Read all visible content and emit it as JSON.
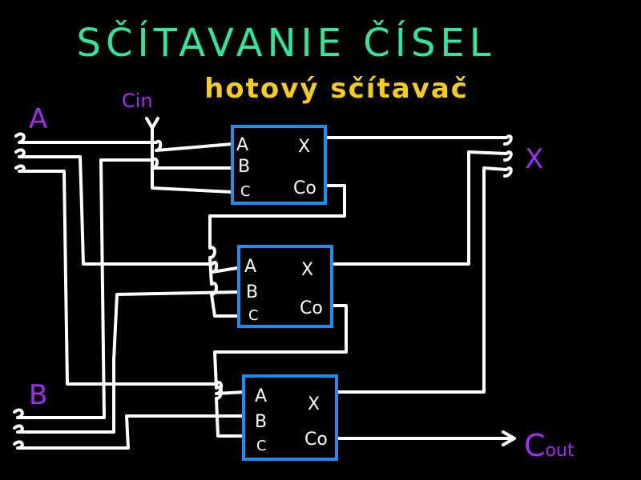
{
  "title": "SČÍTAVANIE ČÍSEL",
  "subtitle": "hotový sčítavač",
  "colors": {
    "background": "#000000",
    "title": "#2ee89a",
    "subtitle": "#f5cc1a",
    "io_label": "#a42cf2",
    "wire": "#ffffff",
    "box": "#1b8ff0"
  },
  "labels": {
    "input_a": "A",
    "input_b": "B",
    "carry_in": "Cin",
    "output_x": "X",
    "carry_out_main": "C",
    "carry_out_sub": "out"
  },
  "adders": [
    {
      "pins_in": [
        "A",
        "B",
        "C"
      ],
      "pins_out": [
        "X",
        "Co"
      ]
    },
    {
      "pins_in": [
        "A",
        "B",
        "C"
      ],
      "pins_out": [
        "X",
        "Co"
      ]
    },
    {
      "pins_in": [
        "A",
        "B",
        "C"
      ],
      "pins_out": [
        "X",
        "Co"
      ]
    }
  ]
}
